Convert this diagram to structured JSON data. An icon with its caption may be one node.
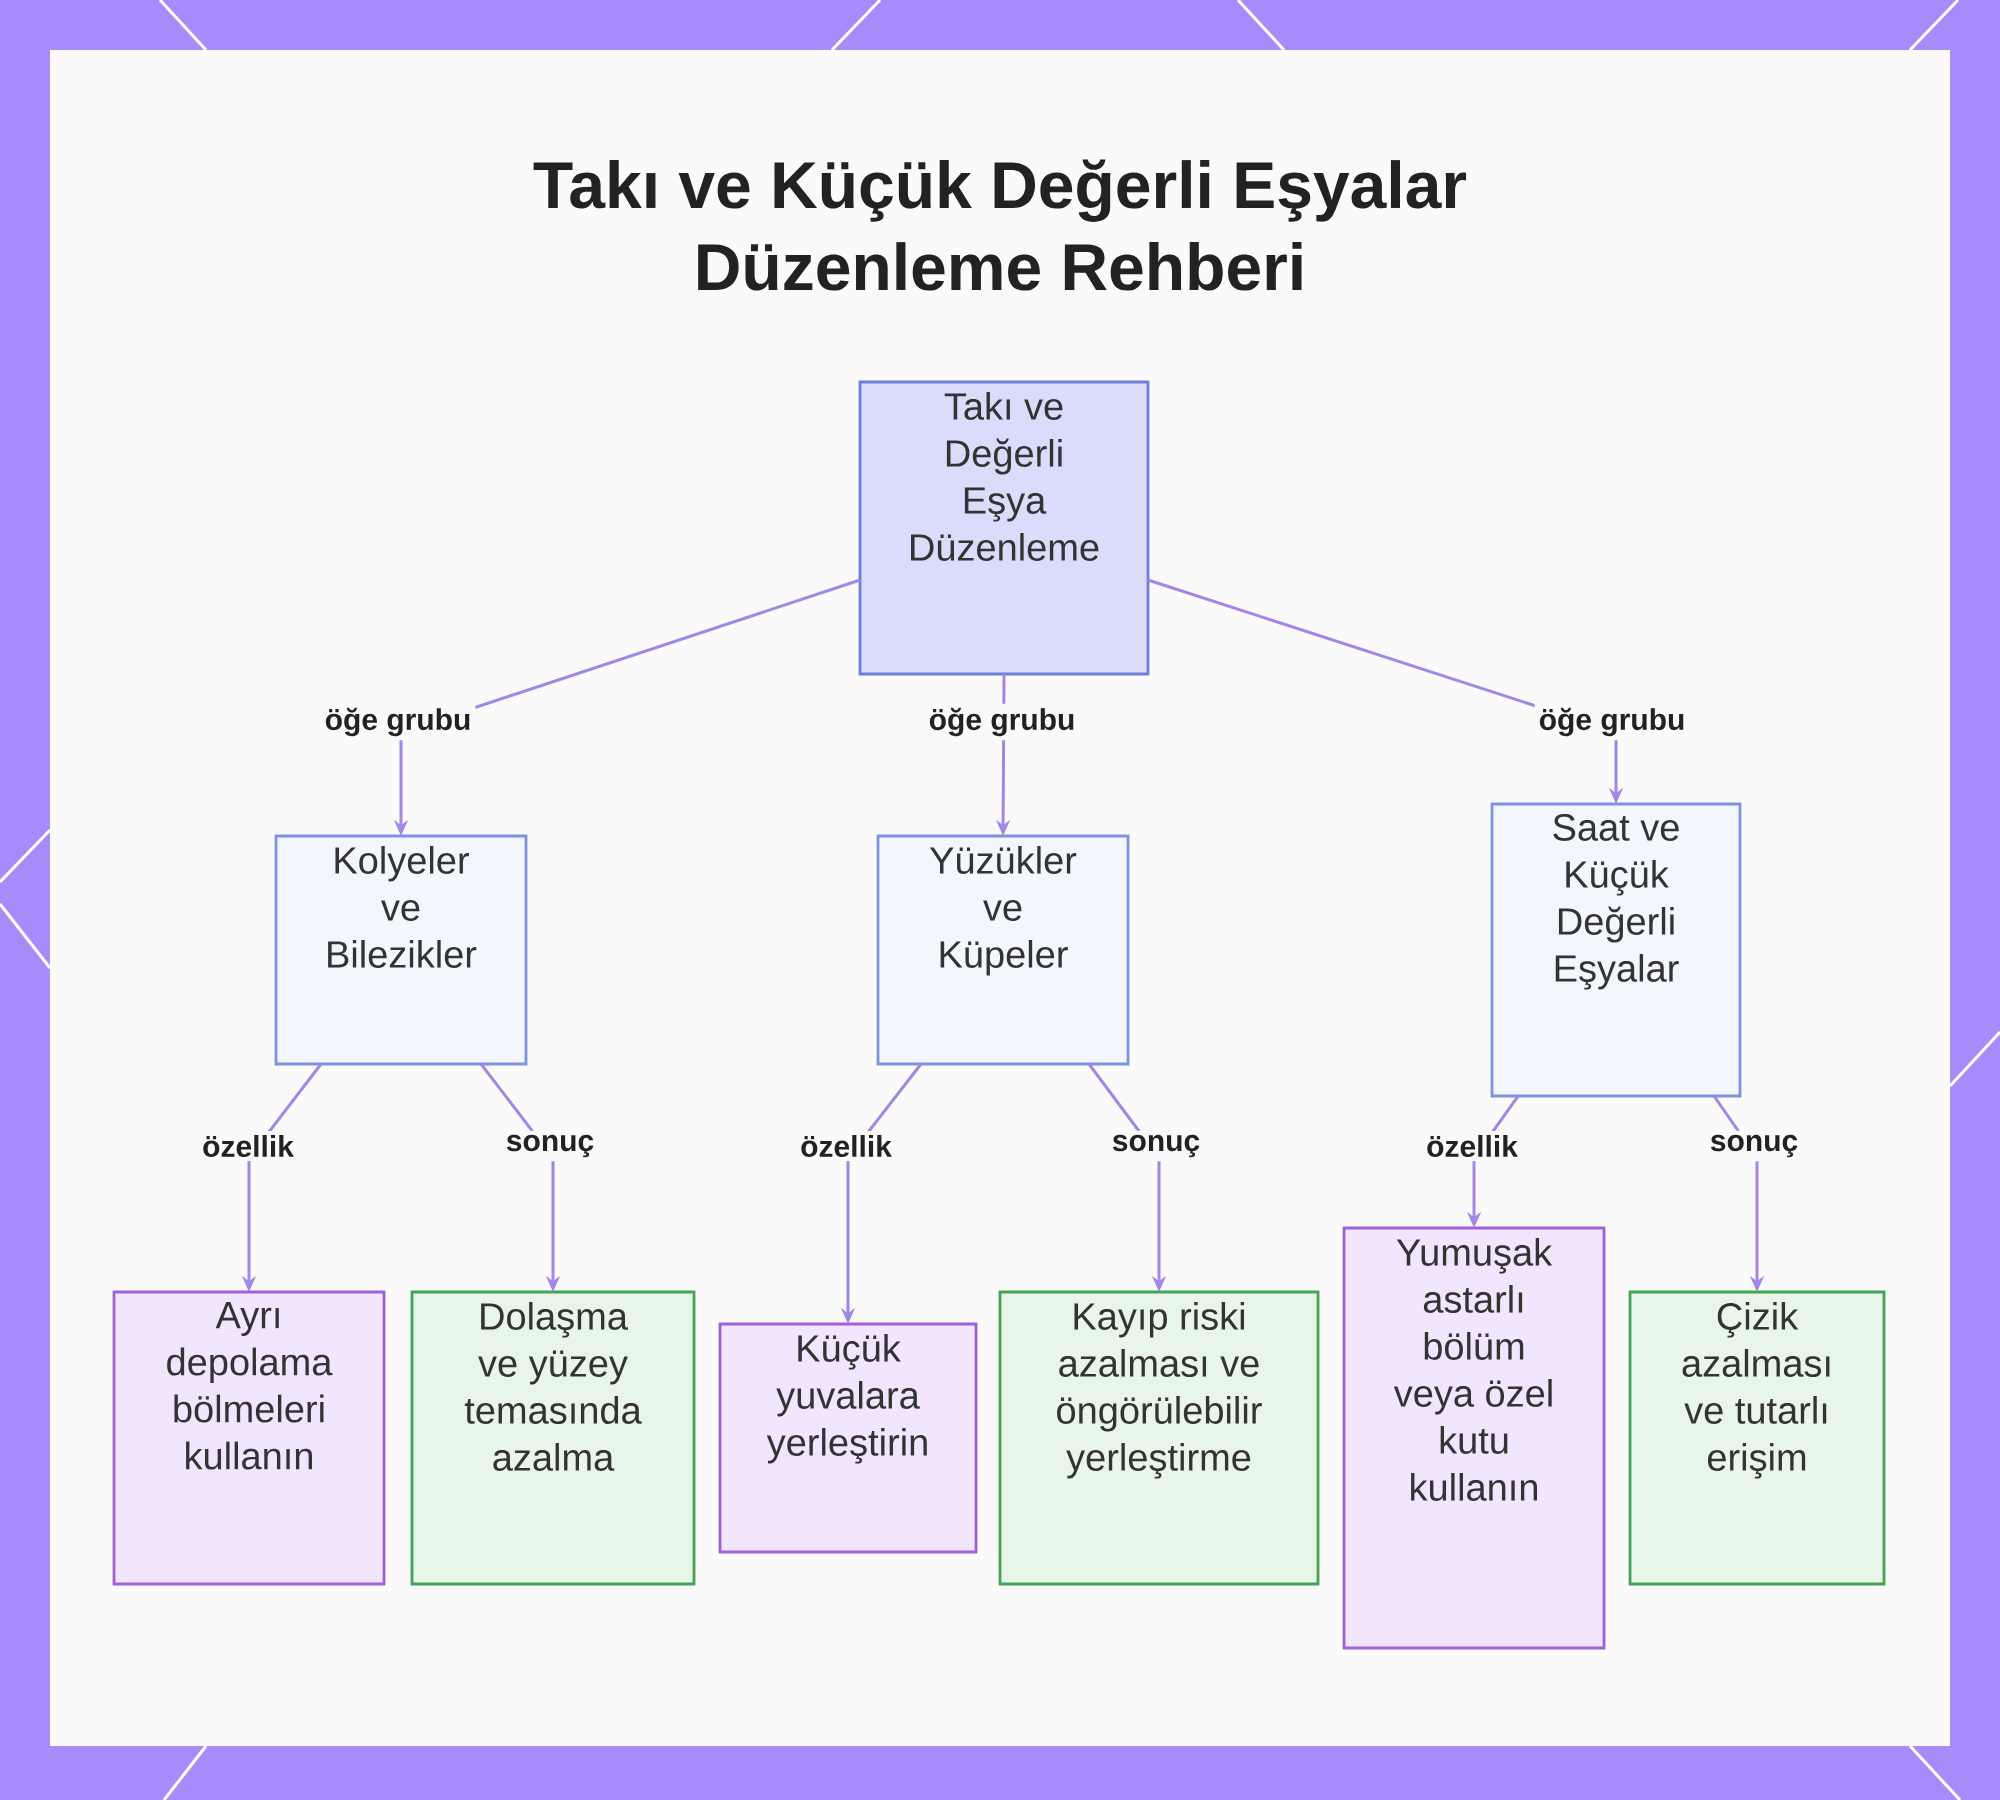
{
  "diagram": {
    "title": "Takı ve Küçük Değerli Eşyalar Düzenleme Rehberi",
    "nodes": [
      {
        "text": [
          "Takı ve Değerli Eşya Düzenleme"
        ]
      },
      {
        "text": [
          "Kolyeler ve Bilezikler"
        ]
      },
      {
        "text": [
          "Yüzükler ve Küpeler"
        ]
      },
      {
        "text": [
          "Saat ve Küçük Değerli Eşyalar"
        ]
      },
      {
        "text": [
          "Ayrı depolama bölmeleri kullanın"
        ]
      },
      {
        "text": [
          "Dolaşma ve yüzey temasında azalma"
        ]
      },
      {
        "text": [
          "Küçük yuvalara yerleştirin"
        ]
      },
      {
        "text": [
          "Kayıp riski azalması ve öngörülebilir yerleştirme"
        ]
      },
      {
        "text": [
          "Yumuşak astarlı bölüm veya özel kutu kullanın"
        ]
      },
      {
        "text": [
          "Çizik azalması ve tutarlı erişim"
        ]
      }
    ],
    "edges": [
      {
        "from": 0,
        "to": 1,
        "arrow": "to",
        "label": "öğe grubu"
      },
      {
        "from": 0,
        "to": 2,
        "arrow": "to",
        "label": "öğe grubu"
      },
      {
        "from": 0,
        "to": 3,
        "arrow": "to",
        "label": "öğe grubu"
      },
      {
        "from": 1,
        "to": 4,
        "arrow": "to",
        "label": "özellik"
      },
      {
        "from": 1,
        "to": 5,
        "arrow": "to",
        "label": "sonuç"
      },
      {
        "from": 2,
        "to": 6,
        "arrow": "to",
        "label": "özellik"
      },
      {
        "from": 2,
        "to": 7,
        "arrow": "to",
        "label": "sonuç"
      },
      {
        "from": 3,
        "to": 8,
        "arrow": "to",
        "label": "özellik"
      },
      {
        "from": 3,
        "to": 9,
        "arrow": "to",
        "label": "sonuç"
      }
    ]
  }
}
